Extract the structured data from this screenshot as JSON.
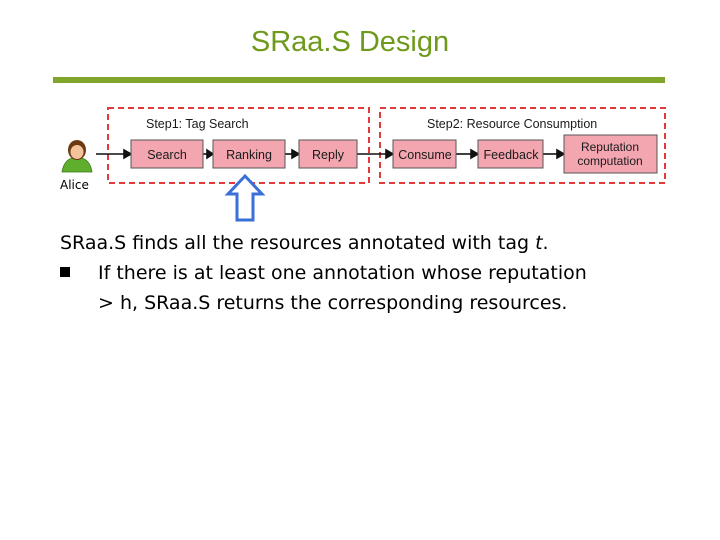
{
  "slide": {
    "title": "SRaa.S Design",
    "diagram": {
      "actor_label": "Alice",
      "step1_label": "Step1: Tag Search",
      "step2_label": "Step2: Resource Consumption",
      "boxes": [
        "Search",
        "Ranking",
        "Reply",
        "Consume",
        "Feedback"
      ],
      "reputation_line1": "Reputation",
      "reputation_line2": "computation"
    },
    "body": {
      "intro_prefix": "SRaa.S finds all the resources annotated with tag ",
      "intro_tag": "t",
      "intro_suffix": ".",
      "bullet_line1": "If there is at least one annotation whose reputation",
      "bullet_line2": "> h, SRaa.S returns the corresponding resources."
    }
  },
  "colors": {
    "title": "#6e9a1c",
    "rule": "#7fa62a",
    "dashed_border": "#e03a3a",
    "box_fill": "#f3a6b0",
    "highlight_arrow": "#3a6fd8"
  }
}
